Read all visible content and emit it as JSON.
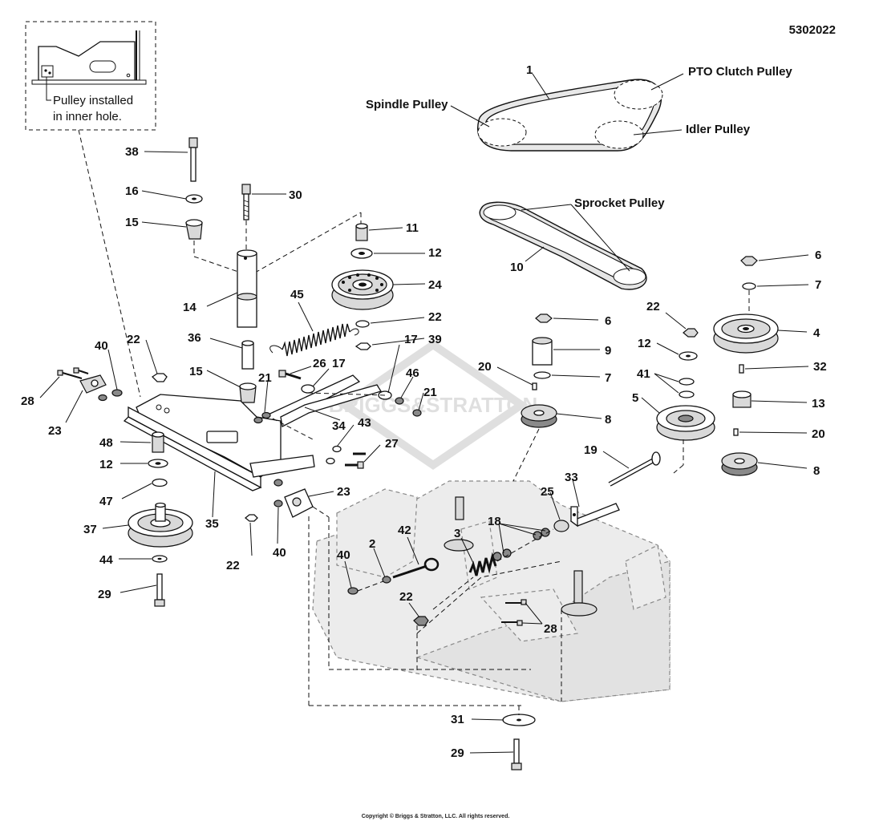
{
  "diagram_number": "5302022",
  "inset_note": {
    "line1": "Pulley installed",
    "line2": "in inner hole."
  },
  "pulley_labels": {
    "pto_clutch": "PTO Clutch Pulley",
    "spindle": "Spindle Pulley",
    "idler": "Idler Pulley",
    "sprocket": "Sprocket Pulley"
  },
  "callouts": [
    "1",
    "2",
    "3",
    "4",
    "5",
    "6",
    "6",
    "7",
    "7",
    "8",
    "8",
    "9",
    "10",
    "11",
    "12",
    "12",
    "12",
    "13",
    "14",
    "15",
    "15",
    "16",
    "17",
    "17",
    "18",
    "19",
    "20",
    "20",
    "21",
    "21",
    "22",
    "22",
    "22",
    "22",
    "22",
    "23",
    "23",
    "24",
    "25",
    "26",
    "27",
    "28",
    "28",
    "29",
    "29",
    "30",
    "31",
    "32",
    "33",
    "34",
    "35",
    "36",
    "37",
    "38",
    "39",
    "40",
    "40",
    "40",
    "41",
    "42",
    "43",
    "44",
    "45",
    "46",
    "47",
    "48"
  ],
  "watermark": "BRIGGS&STRATTON",
  "copyright": "Copyright © Briggs & Stratton, LLC. All rights reserved."
}
